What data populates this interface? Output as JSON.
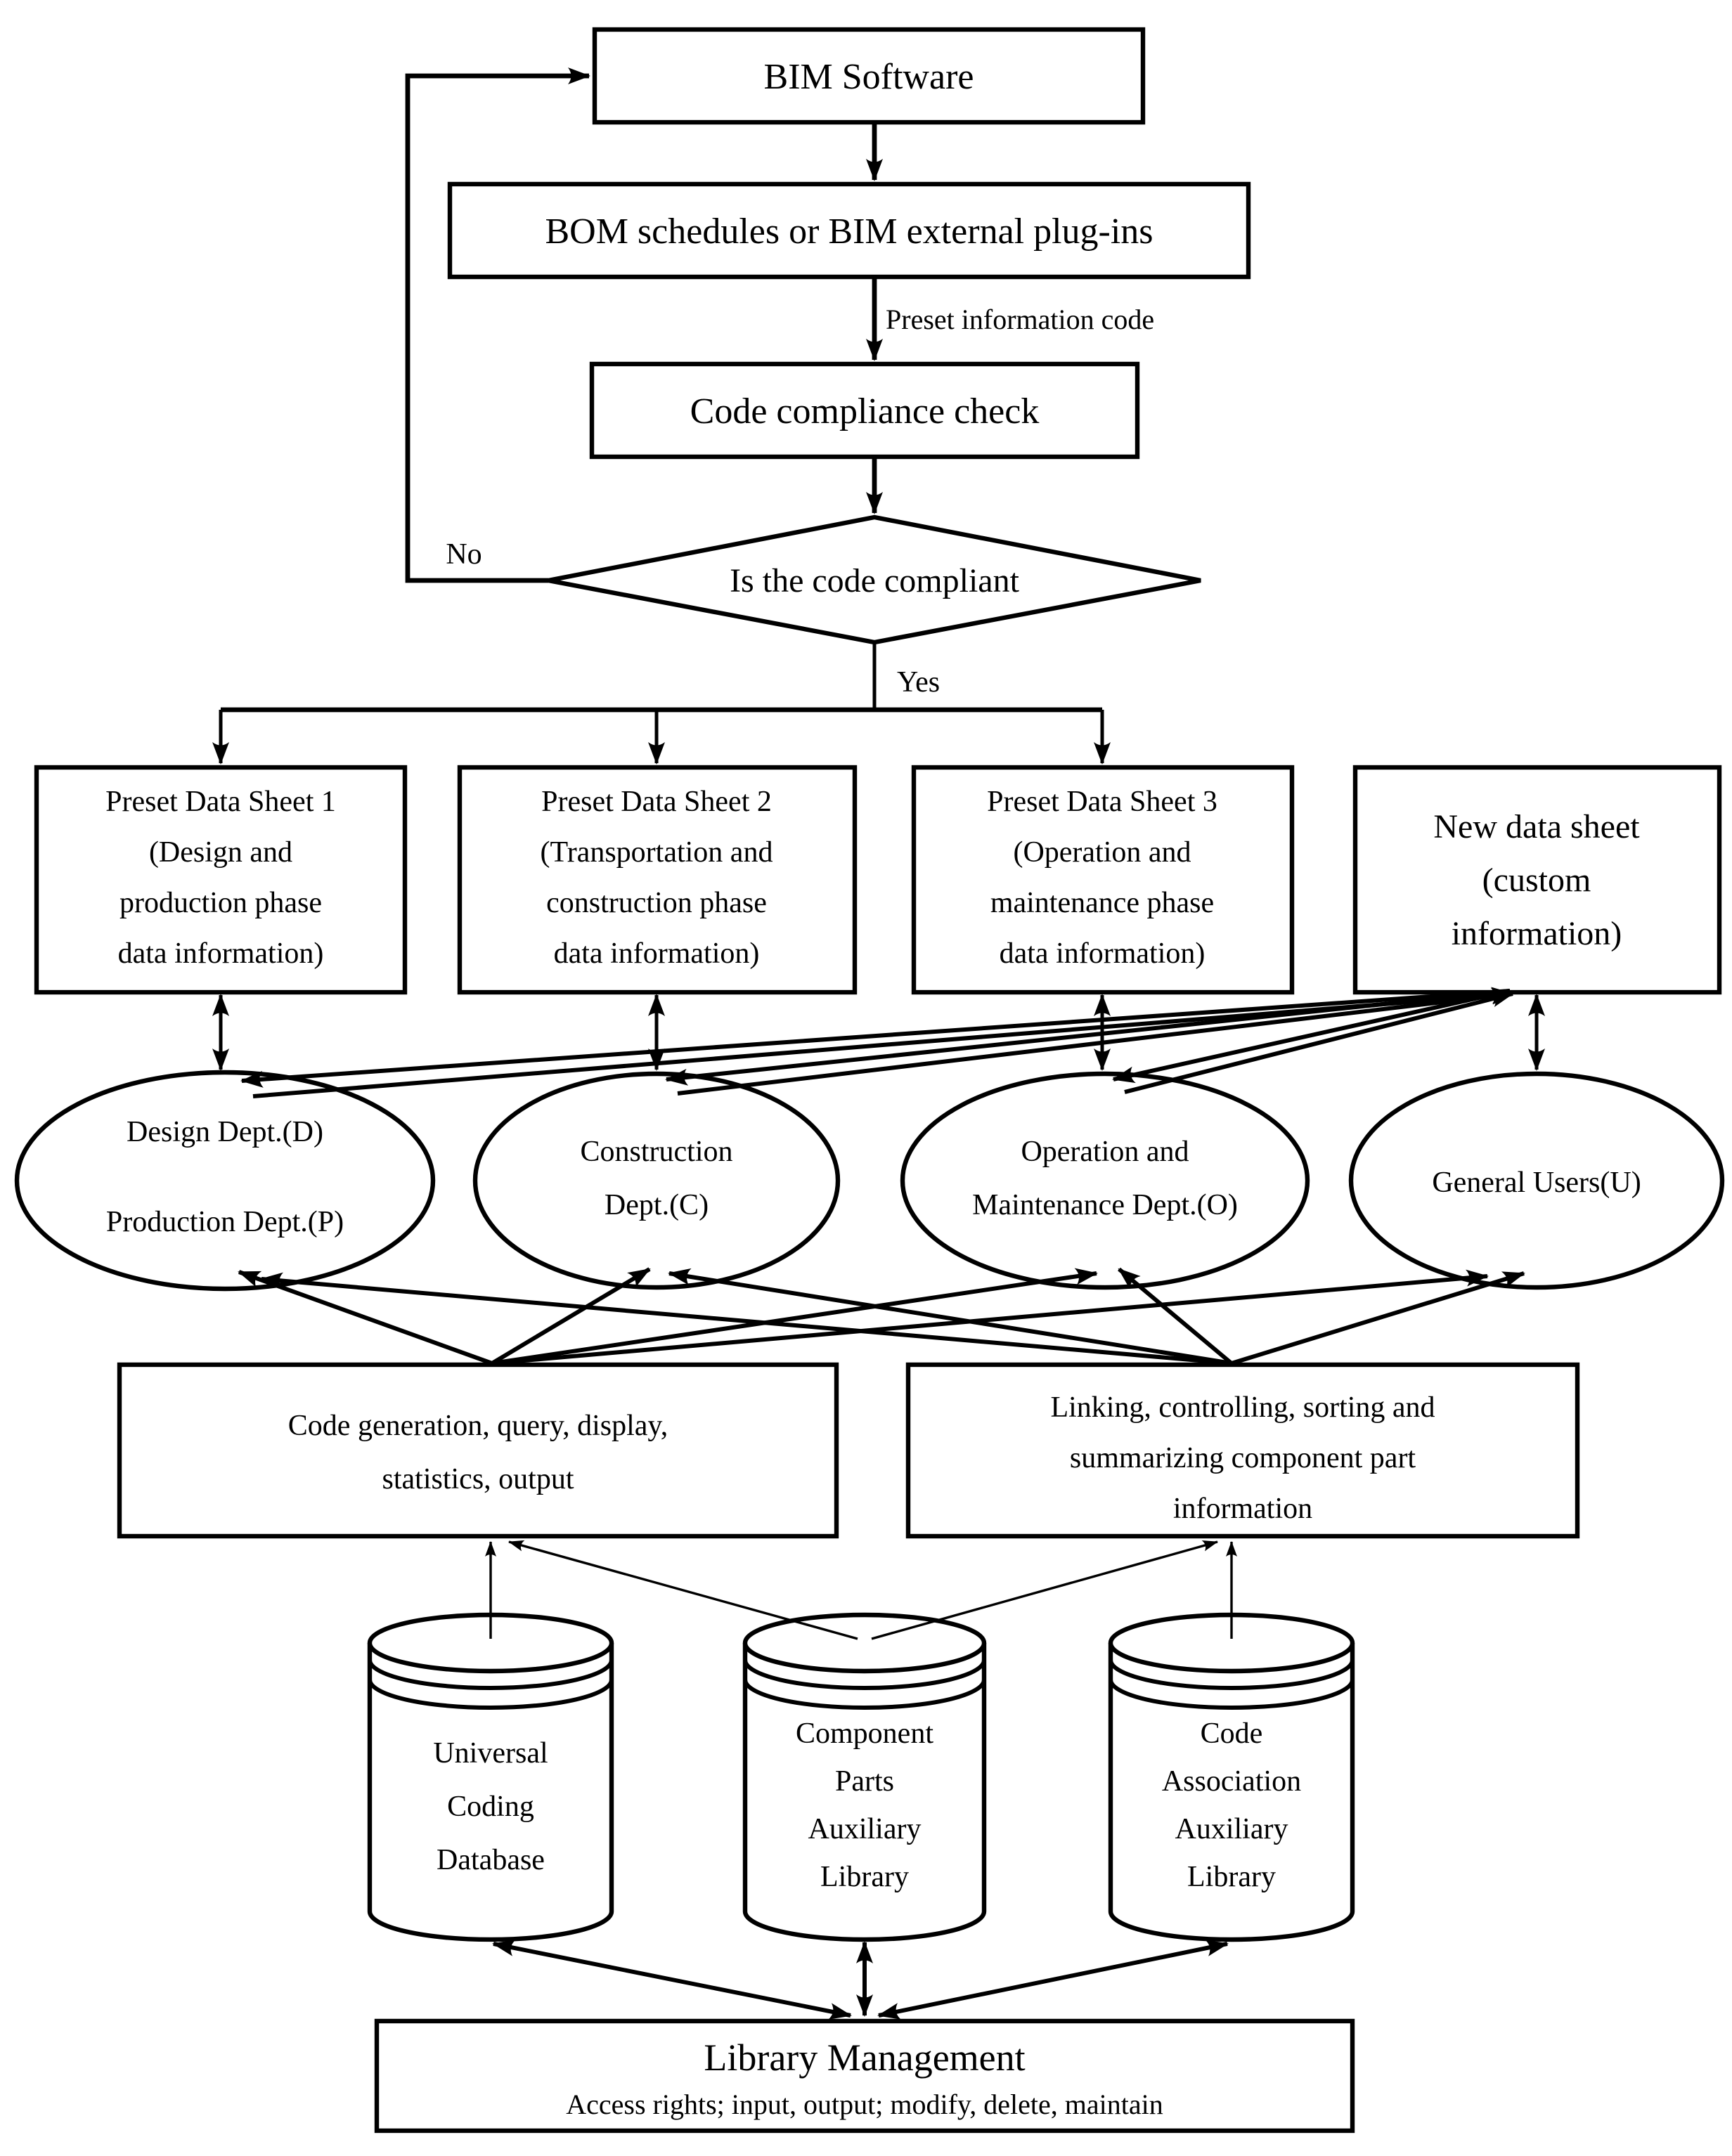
{
  "flow": {
    "bim": "BIM Software",
    "bom": "BOM schedules or BIM external plug-ins",
    "edge_label": "Preset information code",
    "check": "Code compliance check",
    "decision": "Is the code compliant",
    "no": "No",
    "yes": "Yes"
  },
  "sheets": {
    "s1": [
      "Preset Data Sheet 1",
      "(Design and",
      "production phase",
      "data information)"
    ],
    "s2": [
      "Preset Data Sheet 2",
      "(Transportation and",
      "construction phase",
      "data information)"
    ],
    "s3": [
      "Preset Data Sheet 3",
      "(Operation and",
      "maintenance phase",
      "data information)"
    ],
    "s4": [
      "New data sheet",
      "(custom",
      "information)"
    ]
  },
  "depts": {
    "design": [
      "Design Dept.(D)",
      "Production Dept.(P)"
    ],
    "construction": [
      "Construction",
      "Dept.(C)"
    ],
    "operation": [
      "Operation and",
      "Maintenance Dept.(O)"
    ],
    "users": [
      "General Users(U)"
    ]
  },
  "functions": {
    "codegen": [
      "Code generation, query, display,",
      "statistics, output"
    ],
    "linking": [
      "Linking, controlling, sorting and",
      "summarizing component part",
      "information"
    ]
  },
  "databases": {
    "universal": [
      "Universal",
      "Coding",
      "Database"
    ],
    "component": [
      "Component",
      "Parts",
      "Auxiliary",
      "Library"
    ],
    "association": [
      "Code",
      "Association",
      "Auxiliary",
      "Library"
    ]
  },
  "library": {
    "title": "Library Management",
    "subtitle": "Access rights; input, output; modify, delete, maintain"
  },
  "colors": {
    "ink": "#000000",
    "paper": "#ffffff"
  }
}
